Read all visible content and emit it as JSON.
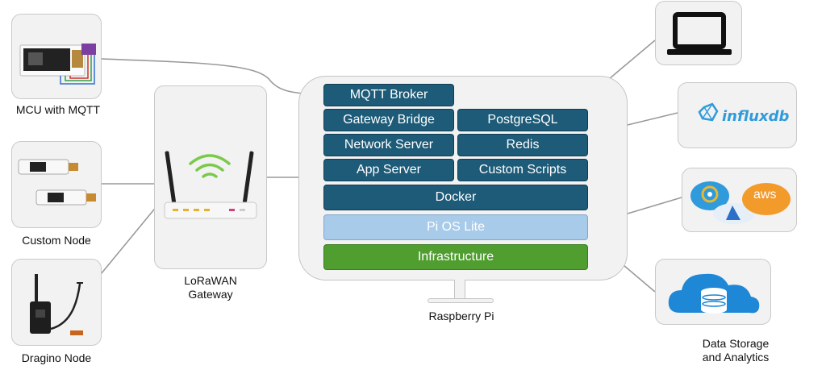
{
  "nodes": {
    "mcu": "MCU with MQTT",
    "custom": "Custom Node",
    "dragino": "Dragino Node",
    "gateway": "LoRaWAN\nGateway",
    "pi": "Raspberry Pi",
    "storage": "Data Storage\nand Analytics"
  },
  "stack": {
    "mqtt": "MQTT Broker",
    "gateway_bridge": "Gateway Bridge",
    "postgres": "PostgreSQL",
    "network_server": "Network Server",
    "redis": "Redis",
    "app_server": "App Server",
    "custom_scripts": "Custom Scripts",
    "docker": "Docker",
    "os": "Pi OS Lite",
    "infra": "Infrastructure"
  },
  "services": {
    "influx": "influxdb",
    "aws": "aws"
  },
  "colors": {
    "dark_block": "#1d5b78",
    "light_block": "#a9cbea",
    "green_block": "#4f9e2f",
    "card_bg": "#f2f2f2"
  }
}
